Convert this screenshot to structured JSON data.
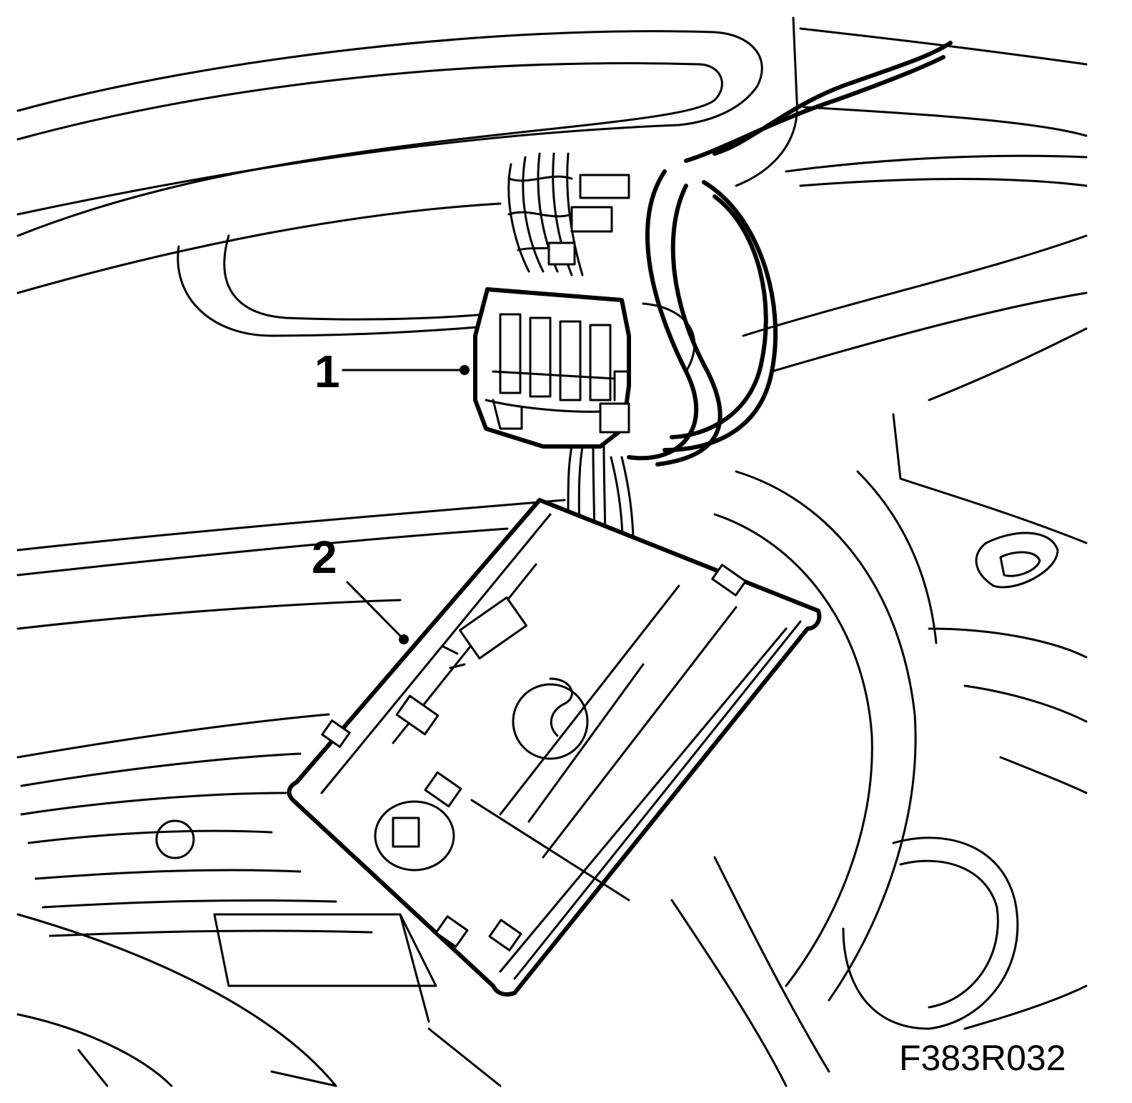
{
  "diagram": {
    "callouts": [
      {
        "number": "1",
        "part": "wiring-connector"
      },
      {
        "number": "2",
        "part": "display-panel"
      }
    ],
    "figure_code": "F383R032",
    "colors": {
      "line": "#000000",
      "background": "#ffffff"
    }
  }
}
